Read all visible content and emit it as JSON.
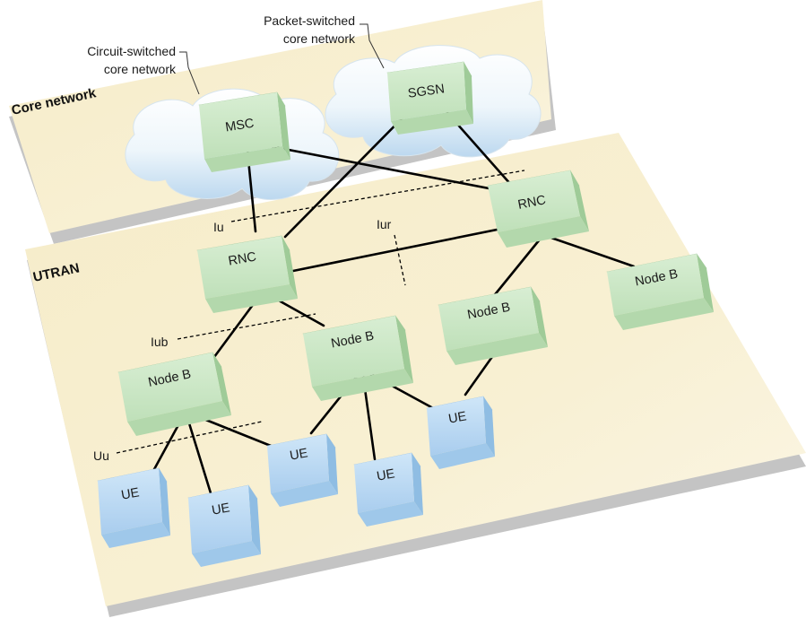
{
  "planes": {
    "core": {
      "label": "Core network"
    },
    "utran": {
      "label": "UTRAN"
    }
  },
  "callouts": {
    "circuit_line1": "Circuit-switched",
    "circuit_line2": "core network",
    "packet_line1": "Packet-switched",
    "packet_line2": "core network"
  },
  "interfaces": {
    "iu": "Iu",
    "iur": "Iur",
    "iub": "Iub",
    "uu": "Uu"
  },
  "nodes": {
    "msc": "MSC",
    "sgsn": "SGSN",
    "rnc_left": "RNC",
    "rnc_right": "RNC",
    "nodeb_1": "Node B",
    "nodeb_2": "Node B",
    "nodeb_3": "Node B",
    "nodeb_4": "Node B",
    "ue_1": "UE",
    "ue_2": "UE",
    "ue_3": "UE",
    "ue_4": "UE",
    "ue_5": "UE"
  },
  "colors": {
    "plane": "#f7efcf",
    "plane_edge": "#c9c9c9",
    "green_front": "#cfe8c9",
    "blue_front": "#bfdcf4",
    "cloud": "#ffffff"
  }
}
